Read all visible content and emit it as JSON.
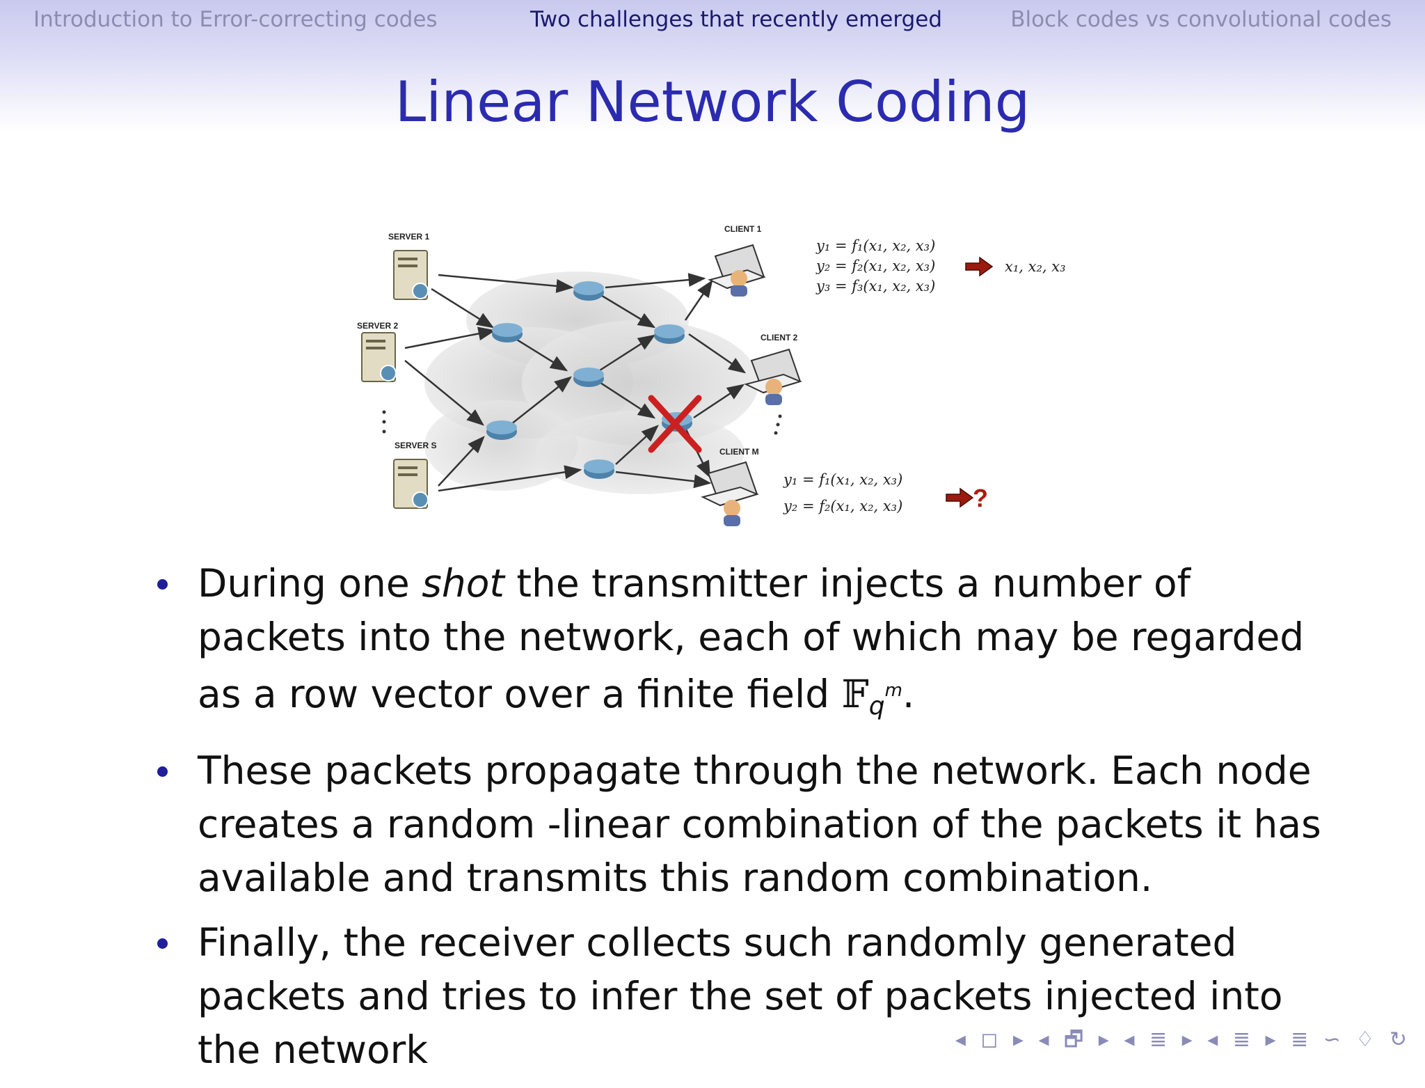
{
  "header": {
    "nav": [
      {
        "label": "Introduction to Error-correcting codes"
      },
      {
        "label": "Two challenges that recently emerged"
      },
      {
        "label": "Block codes vs convolutional codes"
      }
    ]
  },
  "slide": {
    "title": "Linear Network Coding"
  },
  "diagram": {
    "labels": {
      "server1": "SERVER 1",
      "server2": "SERVER 2",
      "servers": "SERVER S",
      "client1": "CLIENT 1",
      "client2": "CLIENT 2",
      "clientm": "CLIENT M"
    },
    "eq_top": [
      "y₁ = f₁(x₁, x₂, x₃)",
      "y₂ = f₂(x₁, x₂, x₃)",
      "y₃ = f₃(x₁, x₂, x₃)"
    ],
    "result_top": "x₁, x₂, x₃",
    "eq_bottom": [
      "y₁ = f₁(x₁, x₂, x₃)",
      "y₂ = f₂(x₁, x₂, x₃)"
    ],
    "result_bottom": "?",
    "colors": {
      "arrow": "#9b1a0e",
      "router": "#5a8fb5",
      "failure": "#cc2020",
      "cloud": "#d8d8d8"
    }
  },
  "bullets": {
    "b1": {
      "pre": "During one ",
      "em": "shot",
      "post": " the transmitter injects a number of packets into the network, each of which may be regarded as a row vector over a finite field ",
      "field": "𝔽",
      "sub": "q",
      "sup": "m",
      "end": "."
    },
    "b2": {
      "text": "These packets propagate through the network. Each node creates a random -linear combination of the packets it has available and transmits this random combination."
    },
    "b3": {
      "text": "Finally, the receiver collects such randomly generated packets and tries to infer the set of packets injected into the network"
    }
  },
  "navbar": {
    "symbols": "◂ ◻ ▸ ◂ 🗗 ▸ ◂ ≣ ▸ ◂ ≣ ▸ ≣ ∽ ♢ ↻"
  }
}
